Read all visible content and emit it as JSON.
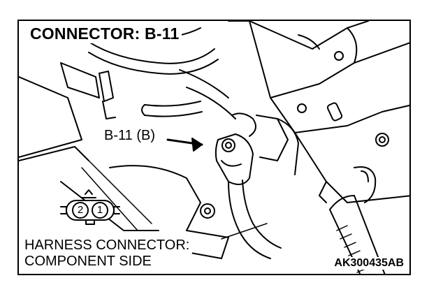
{
  "title": "CONNECTOR: B-11",
  "callout_label": "B-11 (B)",
  "connector_pins": [
    "2",
    "1"
  ],
  "footer_line1": "HARNESS CONNECTOR:",
  "footer_line2": "COMPONENT SIDE",
  "figure_code": "AK300435AB"
}
